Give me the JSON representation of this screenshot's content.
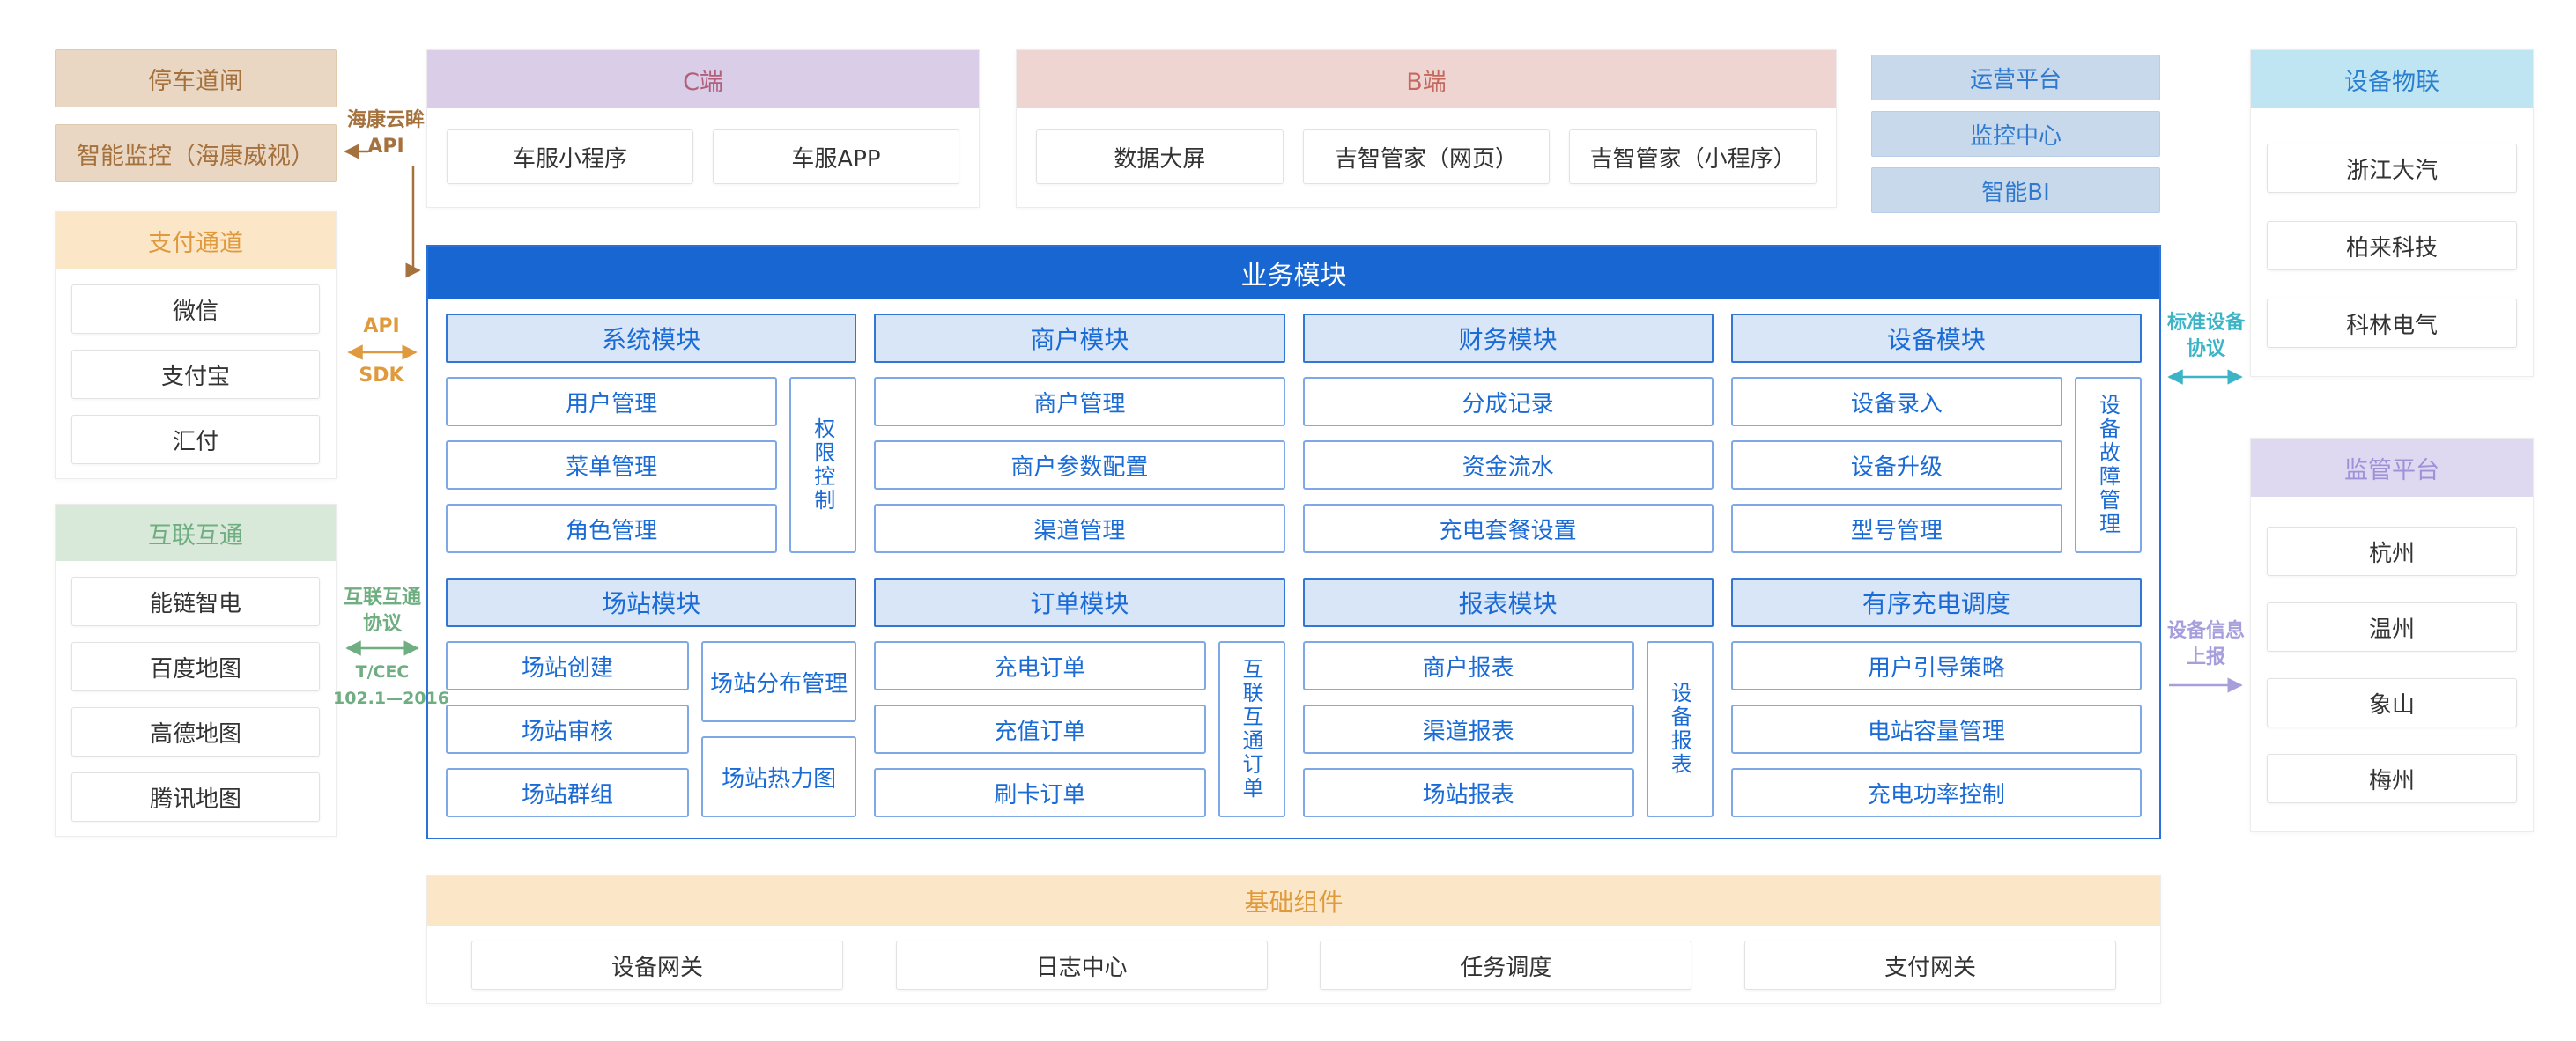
{
  "left_column": {
    "parking_gate": "停车道闸",
    "smart_monitor": "智能监控（海康威视）",
    "payment": {
      "title": "支付通道",
      "items": [
        "微信",
        "支付宝",
        "汇付"
      ]
    },
    "interconnect": {
      "title": "互联互通",
      "items": [
        "能链智电",
        "百度地图",
        "高德地图",
        "腾讯地图"
      ]
    }
  },
  "top_row": {
    "c_side": {
      "title": "C端",
      "items": [
        "车服小程序",
        "车服APP"
      ]
    },
    "b_side": {
      "title": "B端",
      "items": [
        "数据大屏",
        "吉智管家（网页）",
        "吉智管家（小程序）"
      ]
    },
    "platforms": [
      "运营平台",
      "监控中心",
      "智能BI"
    ]
  },
  "right_column": {
    "device_iot": {
      "title": "设备物联",
      "items": [
        "浙江大汽",
        "柏来科技",
        "科林电气"
      ]
    },
    "regulators": {
      "title": "监管平台",
      "items": [
        "杭州",
        "温州",
        "象山",
        "梅州"
      ]
    }
  },
  "business": {
    "title": "业务模块",
    "row1": [
      {
        "title": "系统模块",
        "items": [
          "用户管理",
          "菜单管理",
          "角色管理"
        ],
        "side": "权限控制"
      },
      {
        "title": "商户模块",
        "items": [
          "商户管理",
          "商户参数配置",
          "渠道管理"
        ]
      },
      {
        "title": "财务模块",
        "items": [
          "分成记录",
          "资金流水",
          "充电套餐设置"
        ]
      },
      {
        "title": "设备模块",
        "items": [
          "设备录入",
          "设备升级",
          "型号管理"
        ],
        "side": "设备故障管理"
      }
    ],
    "row2": [
      {
        "title": "场站模块",
        "items": [
          "场站创建",
          "场站审核",
          "场站群组"
        ],
        "right_items": [
          "场站分布管理",
          "场站热力图"
        ]
      },
      {
        "title": "订单模块",
        "items": [
          "充电订单",
          "充值订单",
          "刷卡订单"
        ],
        "side": "互联互通订单"
      },
      {
        "title": "报表模块",
        "items": [
          "商户报表",
          "渠道报表",
          "场站报表"
        ],
        "side": "设备报表"
      },
      {
        "title": "有序充电调度",
        "items": [
          "用户引导策略",
          "电站容量管理",
          "充电功率控制"
        ]
      }
    ]
  },
  "foundation": {
    "title": "基础组件",
    "items": [
      "设备网关",
      "日志中心",
      "任务调度",
      "支付网关"
    ]
  },
  "connectors": {
    "hikvision_line1": "海康云眸",
    "hikvision_line2": "API",
    "api_label": "API",
    "sdk_label": "SDK",
    "interconnect_line1": "互联互通",
    "interconnect_line2": "协议",
    "interconnect_line3": "T/CEC",
    "interconnect_line4": "102.1—2016",
    "standard_line1": "标准设备",
    "standard_line2": "协议",
    "report_line1": "设备信息",
    "report_line2": "上报"
  },
  "colors": {
    "primary_blue": "#1766d2",
    "orange": "#e09a3e",
    "green": "#6fae80",
    "brown": "#a5713c",
    "teal": "#3ab4c6",
    "purple": "#a79fdc"
  }
}
